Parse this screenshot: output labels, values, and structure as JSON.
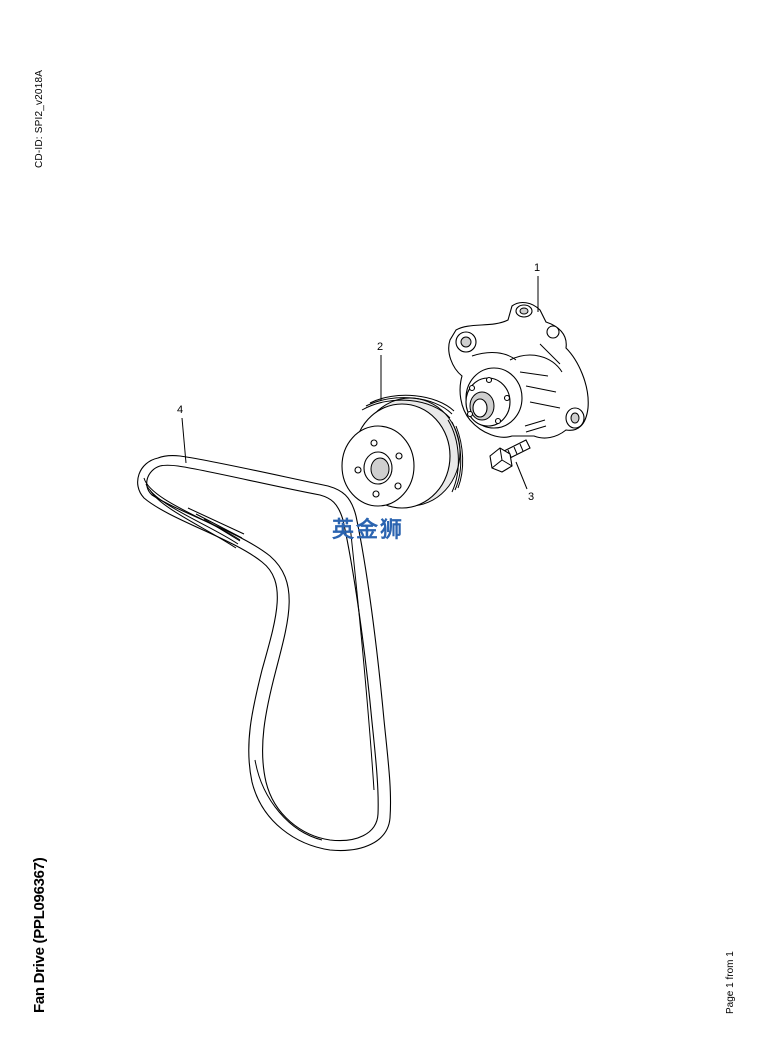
{
  "header": {
    "cd_id": "CD-ID: SPI2_v2018A"
  },
  "footer": {
    "title": "Fan Drive (PPL096367)",
    "page_info": "Page 1 from 1"
  },
  "watermark": {
    "text": "英金狮",
    "color": "#2b64b0"
  },
  "callouts": {
    "c1": "1",
    "c2": "2",
    "c3": "3",
    "c4": "4"
  },
  "parts": {
    "p1": "water-pump",
    "p2": "pulley",
    "p3": "bolt",
    "p4": "drive-belt"
  }
}
